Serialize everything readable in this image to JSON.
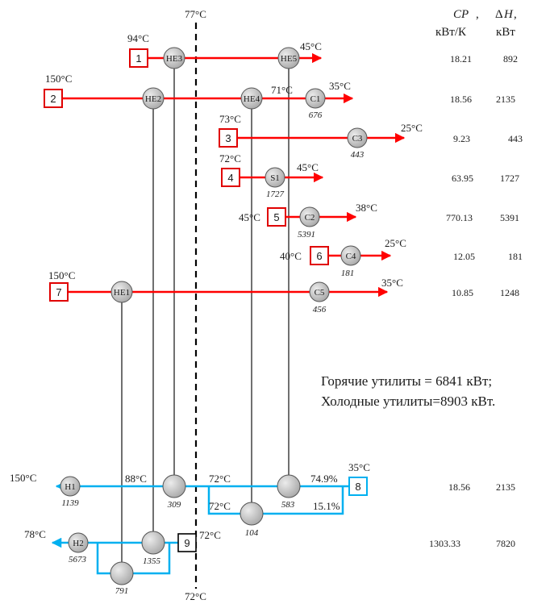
{
  "header": {
    "cp_label": "CP",
    "cp_comma": ",",
    "cp_unit": "кВт/К",
    "dh_delta": "Δ",
    "dh_label": "H",
    "dh_comma": ",",
    "dh_unit": "кВт"
  },
  "pinch": {
    "top_temp": "77°C",
    "bottom_temp": "72°C"
  },
  "hot_streams": [
    {
      "id": "1",
      "start_temp": "94°C",
      "end_temp": "45°C",
      "cp": "18.21",
      "dh": "892"
    },
    {
      "id": "2",
      "start_temp": "150°C",
      "mid_temp": "71°C",
      "end_temp": "35°C",
      "cp": "18.56",
      "dh": "2135"
    },
    {
      "id": "3",
      "start_temp": "73°C",
      "end_temp": "25°C",
      "cp": "9.23",
      "dh": "443"
    },
    {
      "id": "4",
      "start_temp": "72°C",
      "end_temp": "45°C",
      "cp": "63.95",
      "dh": "1727"
    },
    {
      "id": "5",
      "start_temp": "45°C",
      "end_temp": "38°C",
      "cp": "770.13",
      "dh": "5391"
    },
    {
      "id": "6",
      "start_temp": "40°C",
      "end_temp": "25°C",
      "cp": "12.05",
      "dh": "181"
    },
    {
      "id": "7",
      "start_temp": "150°C",
      "end_temp": "35°C",
      "cp": "10.85",
      "dh": "1248"
    }
  ],
  "cold_streams": [
    {
      "id": "8",
      "start_temp": "35°C",
      "end_temp": "150°C",
      "cp": "18.56",
      "dh": "2135",
      "t_after_split": "88°C",
      "t_branch_a": "72°C",
      "t_branch_b": "72°C",
      "split_a": "74.9%",
      "split_b": "15.1%"
    },
    {
      "id": "9",
      "start_temp": "72°C",
      "end_temp": "78°C",
      "cp": "1303.33",
      "dh": "7820"
    }
  ],
  "exchangers": {
    "he1": "HE1",
    "he2": "HE2",
    "he3": "HE3",
    "he4": "HE4",
    "he5": "HE5",
    "he1_duty": "791",
    "he2_duty": "1355",
    "he3_duty": "309",
    "he4_duty": "104",
    "he5_duty": "583"
  },
  "coolers": [
    {
      "label": "C1",
      "duty": "676"
    },
    {
      "label": "C2",
      "duty": "5391"
    },
    {
      "label": "C3",
      "duty": "443"
    },
    {
      "label": "C4",
      "duty": "181"
    },
    {
      "label": "C5",
      "duty": "456"
    },
    {
      "label": "S1",
      "duty": "1727"
    }
  ],
  "heaters": [
    {
      "label": "H1",
      "duty": "1139"
    },
    {
      "label": "H2",
      "duty": "5673"
    }
  ],
  "utilities": {
    "hot": "Горячие утилиты = 6841 кВт;",
    "cold": "Холодные утилиты=8903 кВт."
  },
  "colors": {
    "hot_stream": "#ff0000",
    "cold_stream": "#00b0f0",
    "node_fill": "#c8c8c8",
    "pinch_line": "#000000"
  }
}
